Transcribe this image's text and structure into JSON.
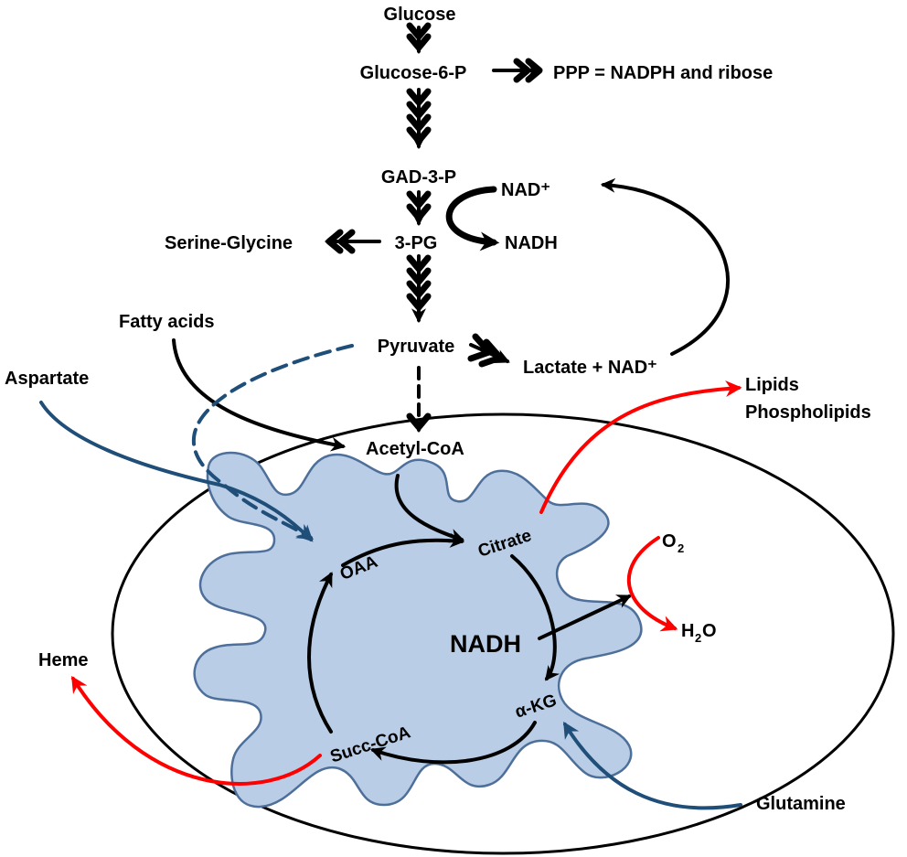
{
  "nodes": {
    "glucose": "Glucose",
    "glucose_6_p": "Glucose-6-P",
    "ppp": "PPP = NADPH and ribose",
    "gad_3_p": "GAD-3-P",
    "nad_plus": "NAD⁺",
    "nadh_small": "NADH",
    "serine_glycine": "Serine-Glycine",
    "three_pg": "3-PG",
    "fatty_acids": "Fatty acids",
    "pyruvate": "Pyruvate",
    "lactate_nad": "Lactate + NAD⁺",
    "aspartate": "Aspartate",
    "lipids": "Lipids",
    "phospholipids": "Phospholipids",
    "acetyl_coa": "Acetyl-CoA",
    "oaa": "OAA",
    "citrate": "Citrate",
    "o2_base": "O",
    "o2_sub": "2",
    "nadh_big": "NADH",
    "h2o_h": "H",
    "h2o_sub": "2",
    "h2o_o": "O",
    "heme": "Heme",
    "alpha_kg": "α-KG",
    "succ_coa": "Succ-CoA",
    "glutamine": "Glutamine"
  },
  "colors": {
    "mito_fill": "#b9cde6",
    "mito_stroke": "#4d6f99",
    "blue_arrow": "#1f4e79",
    "red_arrow": "#ff0000",
    "black_arrow": "#000000",
    "cell_outline": "#000000"
  }
}
